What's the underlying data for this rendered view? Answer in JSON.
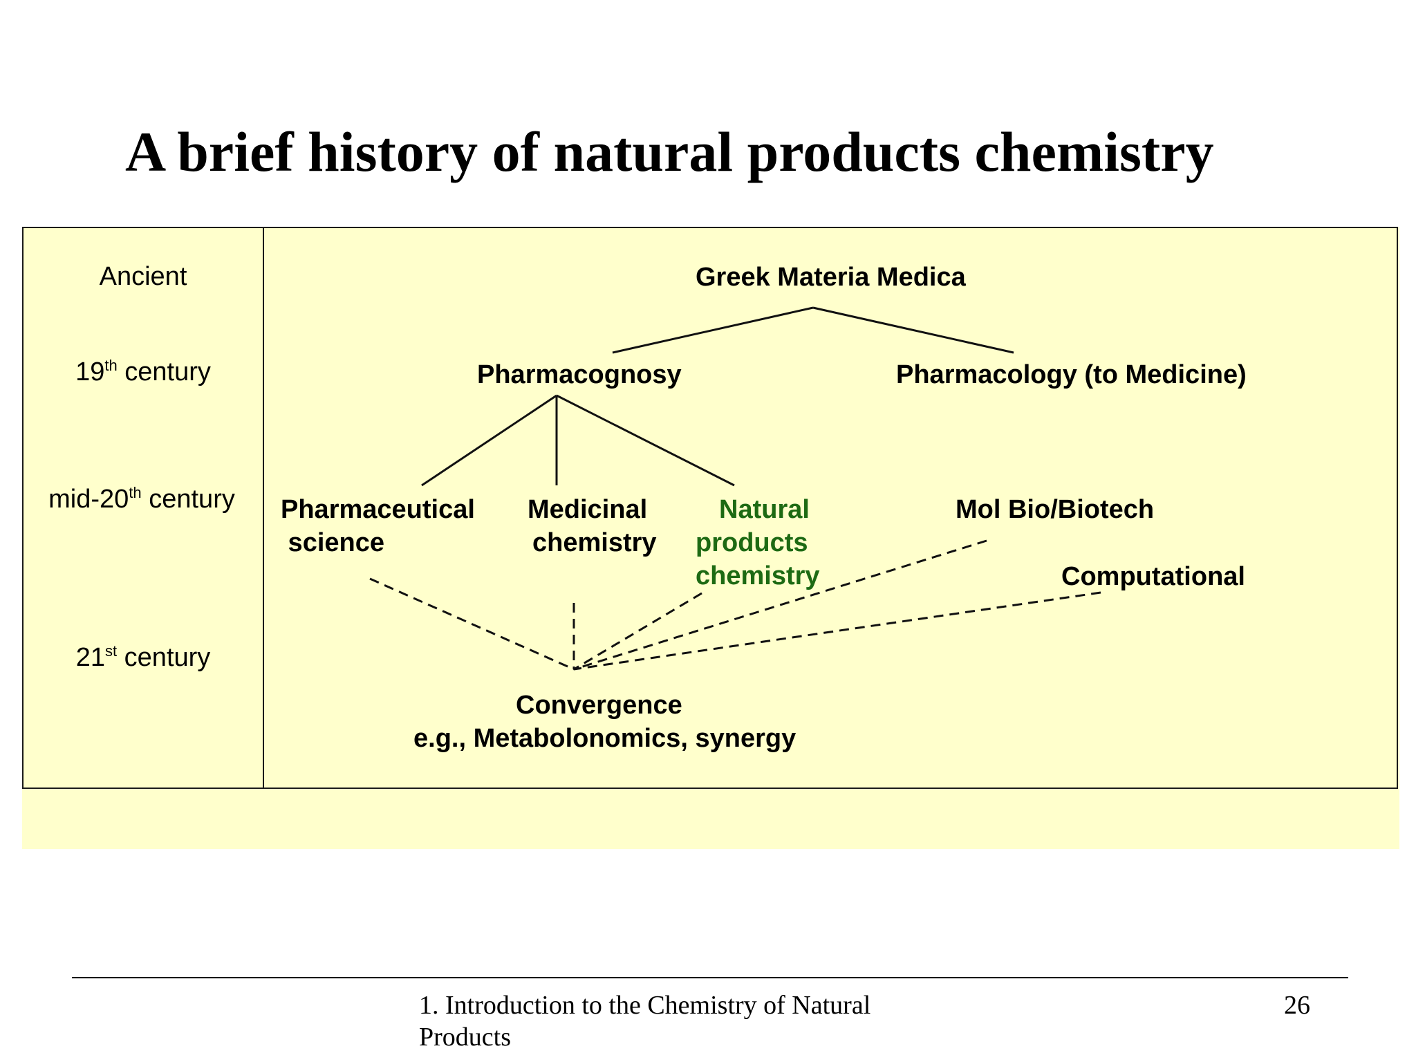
{
  "slide": {
    "title": "A brief history of natural products chemistry"
  },
  "eras": {
    "ancient": "Ancient",
    "c19_num": "19",
    "c19_sup": "th",
    "c19_word": " century",
    "mid20_prefix": "mid-20",
    "mid20_sup": "th",
    "mid20_word": " century",
    "c21_num": "21",
    "c21_sup": "st",
    "c21_word": " century"
  },
  "nodes": {
    "greek": "Greek Materia Medica",
    "pharmacognosy": "Pharmacognosy",
    "pharmacology": "Pharmacology (to Medicine)",
    "pharm_science_1": "Pharmaceutical",
    "pharm_science_2": " science",
    "medicinal_1": "Medicinal",
    "medicinal_2": "chemistry",
    "natural_1": "Natural",
    "natural_2": "products",
    "natural_3": "chemistry",
    "molbio": "Mol Bio/Biotech",
    "computational": "Computational",
    "convergence_1": "Convergence",
    "convergence_2": "e.g., Metabolonomics, synergy"
  },
  "colors": {
    "highlight": "#1d6a13",
    "panel": "#ffffcc"
  },
  "footer": {
    "course_line_1": "1. Introduction to the Chemistry of Natural",
    "course_line_2": "Products",
    "page_number": "26"
  }
}
